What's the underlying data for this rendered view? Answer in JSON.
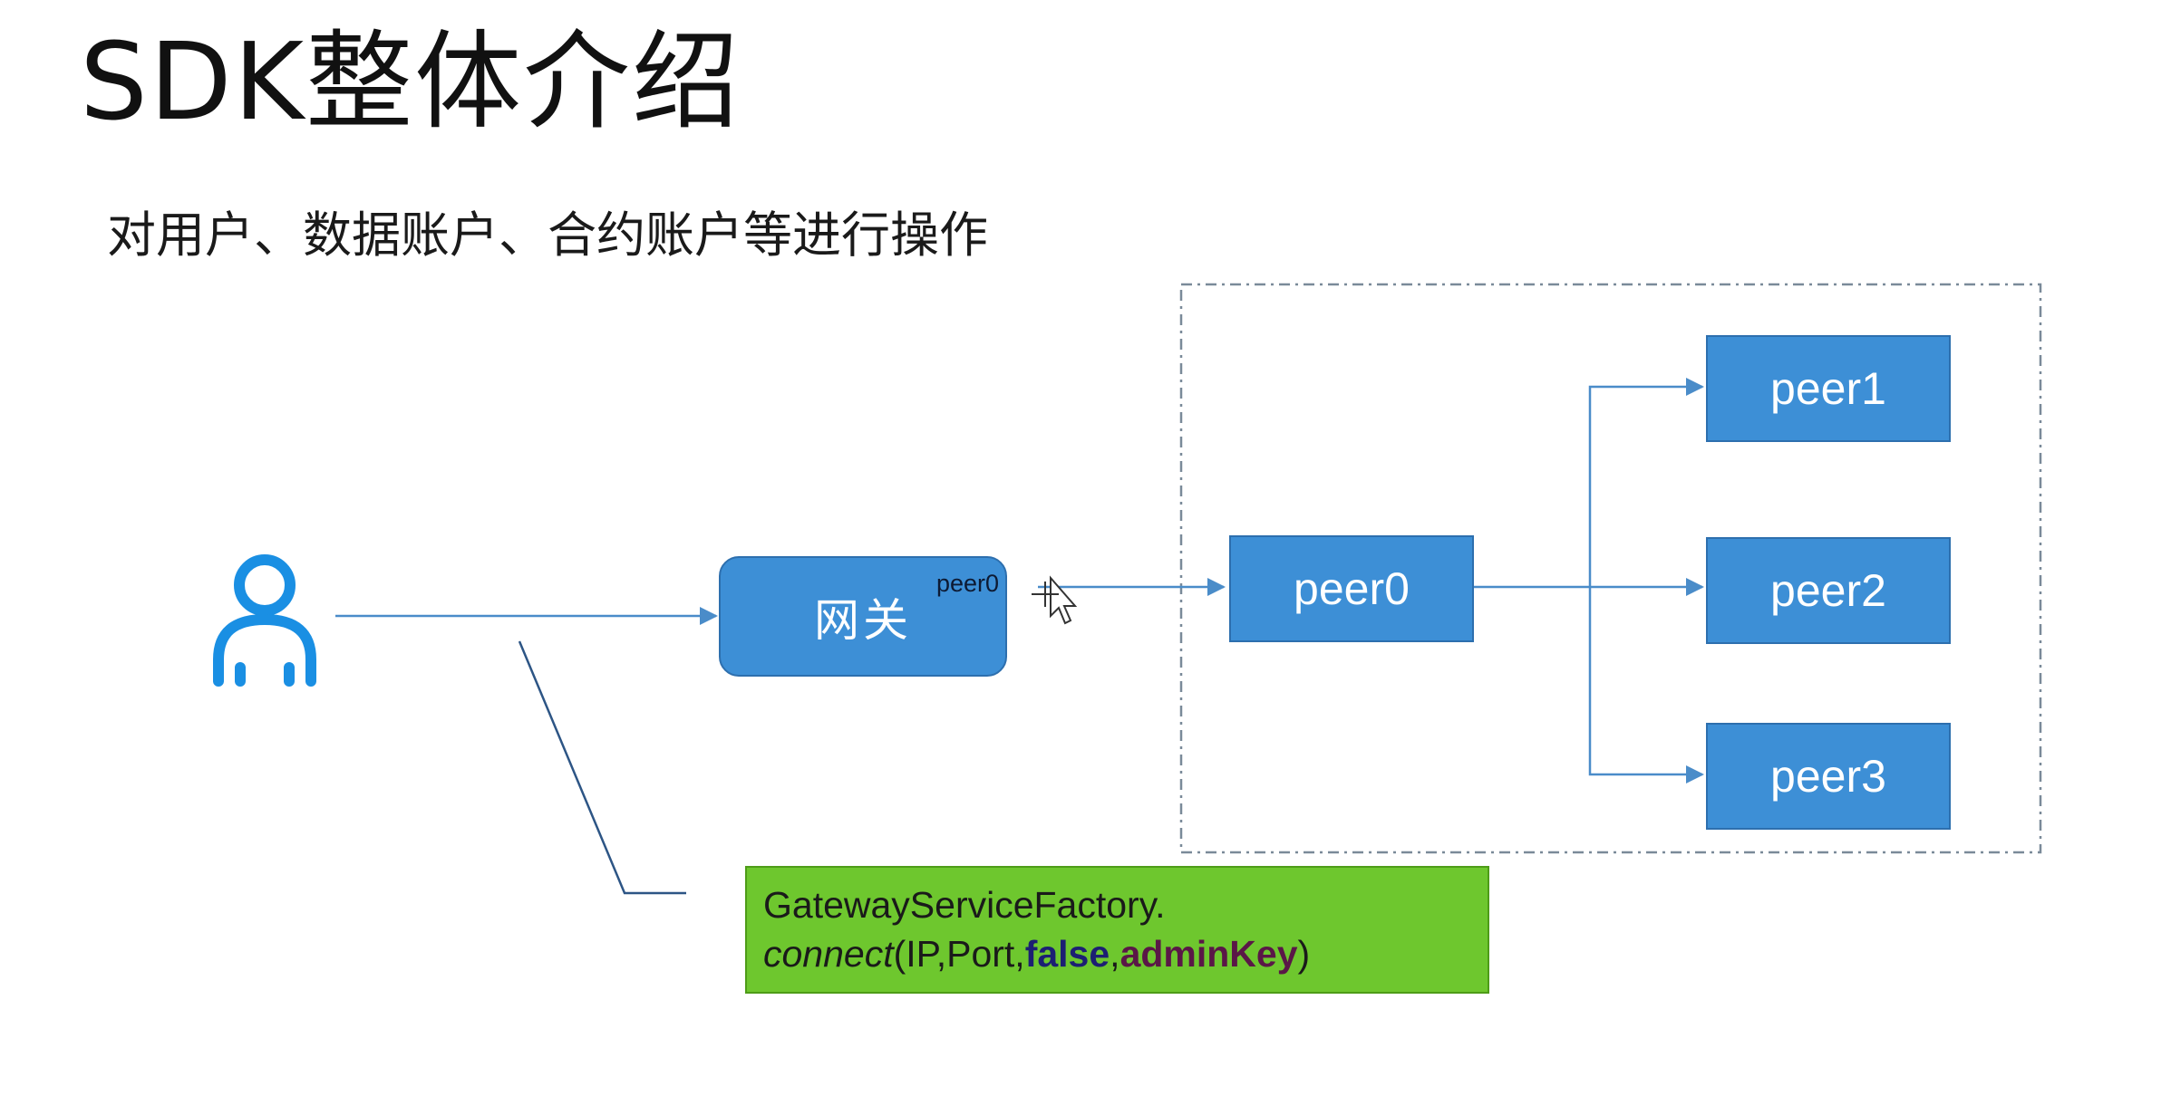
{
  "slide": {
    "title": "SDK整体介绍",
    "subtitle": "对用户、数据账户、合约账户等进行操作"
  },
  "diagram": {
    "gateway": {
      "label": "网关",
      "tag": "peer0"
    },
    "node_main": "peer0",
    "peers": [
      "peer1",
      "peer2",
      "peer3"
    ],
    "code": {
      "line1": "GatewayServiceFactory.",
      "method": "connect",
      "open": "(IP,Port,",
      "keyword": "false",
      "comma": ",",
      "arg": "adminKey",
      "close": ")"
    }
  },
  "colors": {
    "box_fill": "#3d8fd6",
    "box_border": "#2d6fae",
    "code_fill": "#6ec72e",
    "line": "#4a8cc9",
    "user_icon": "#1a8fe3"
  },
  "icons": {
    "user": "user-icon",
    "cursor": "move-cursor-icon"
  }
}
